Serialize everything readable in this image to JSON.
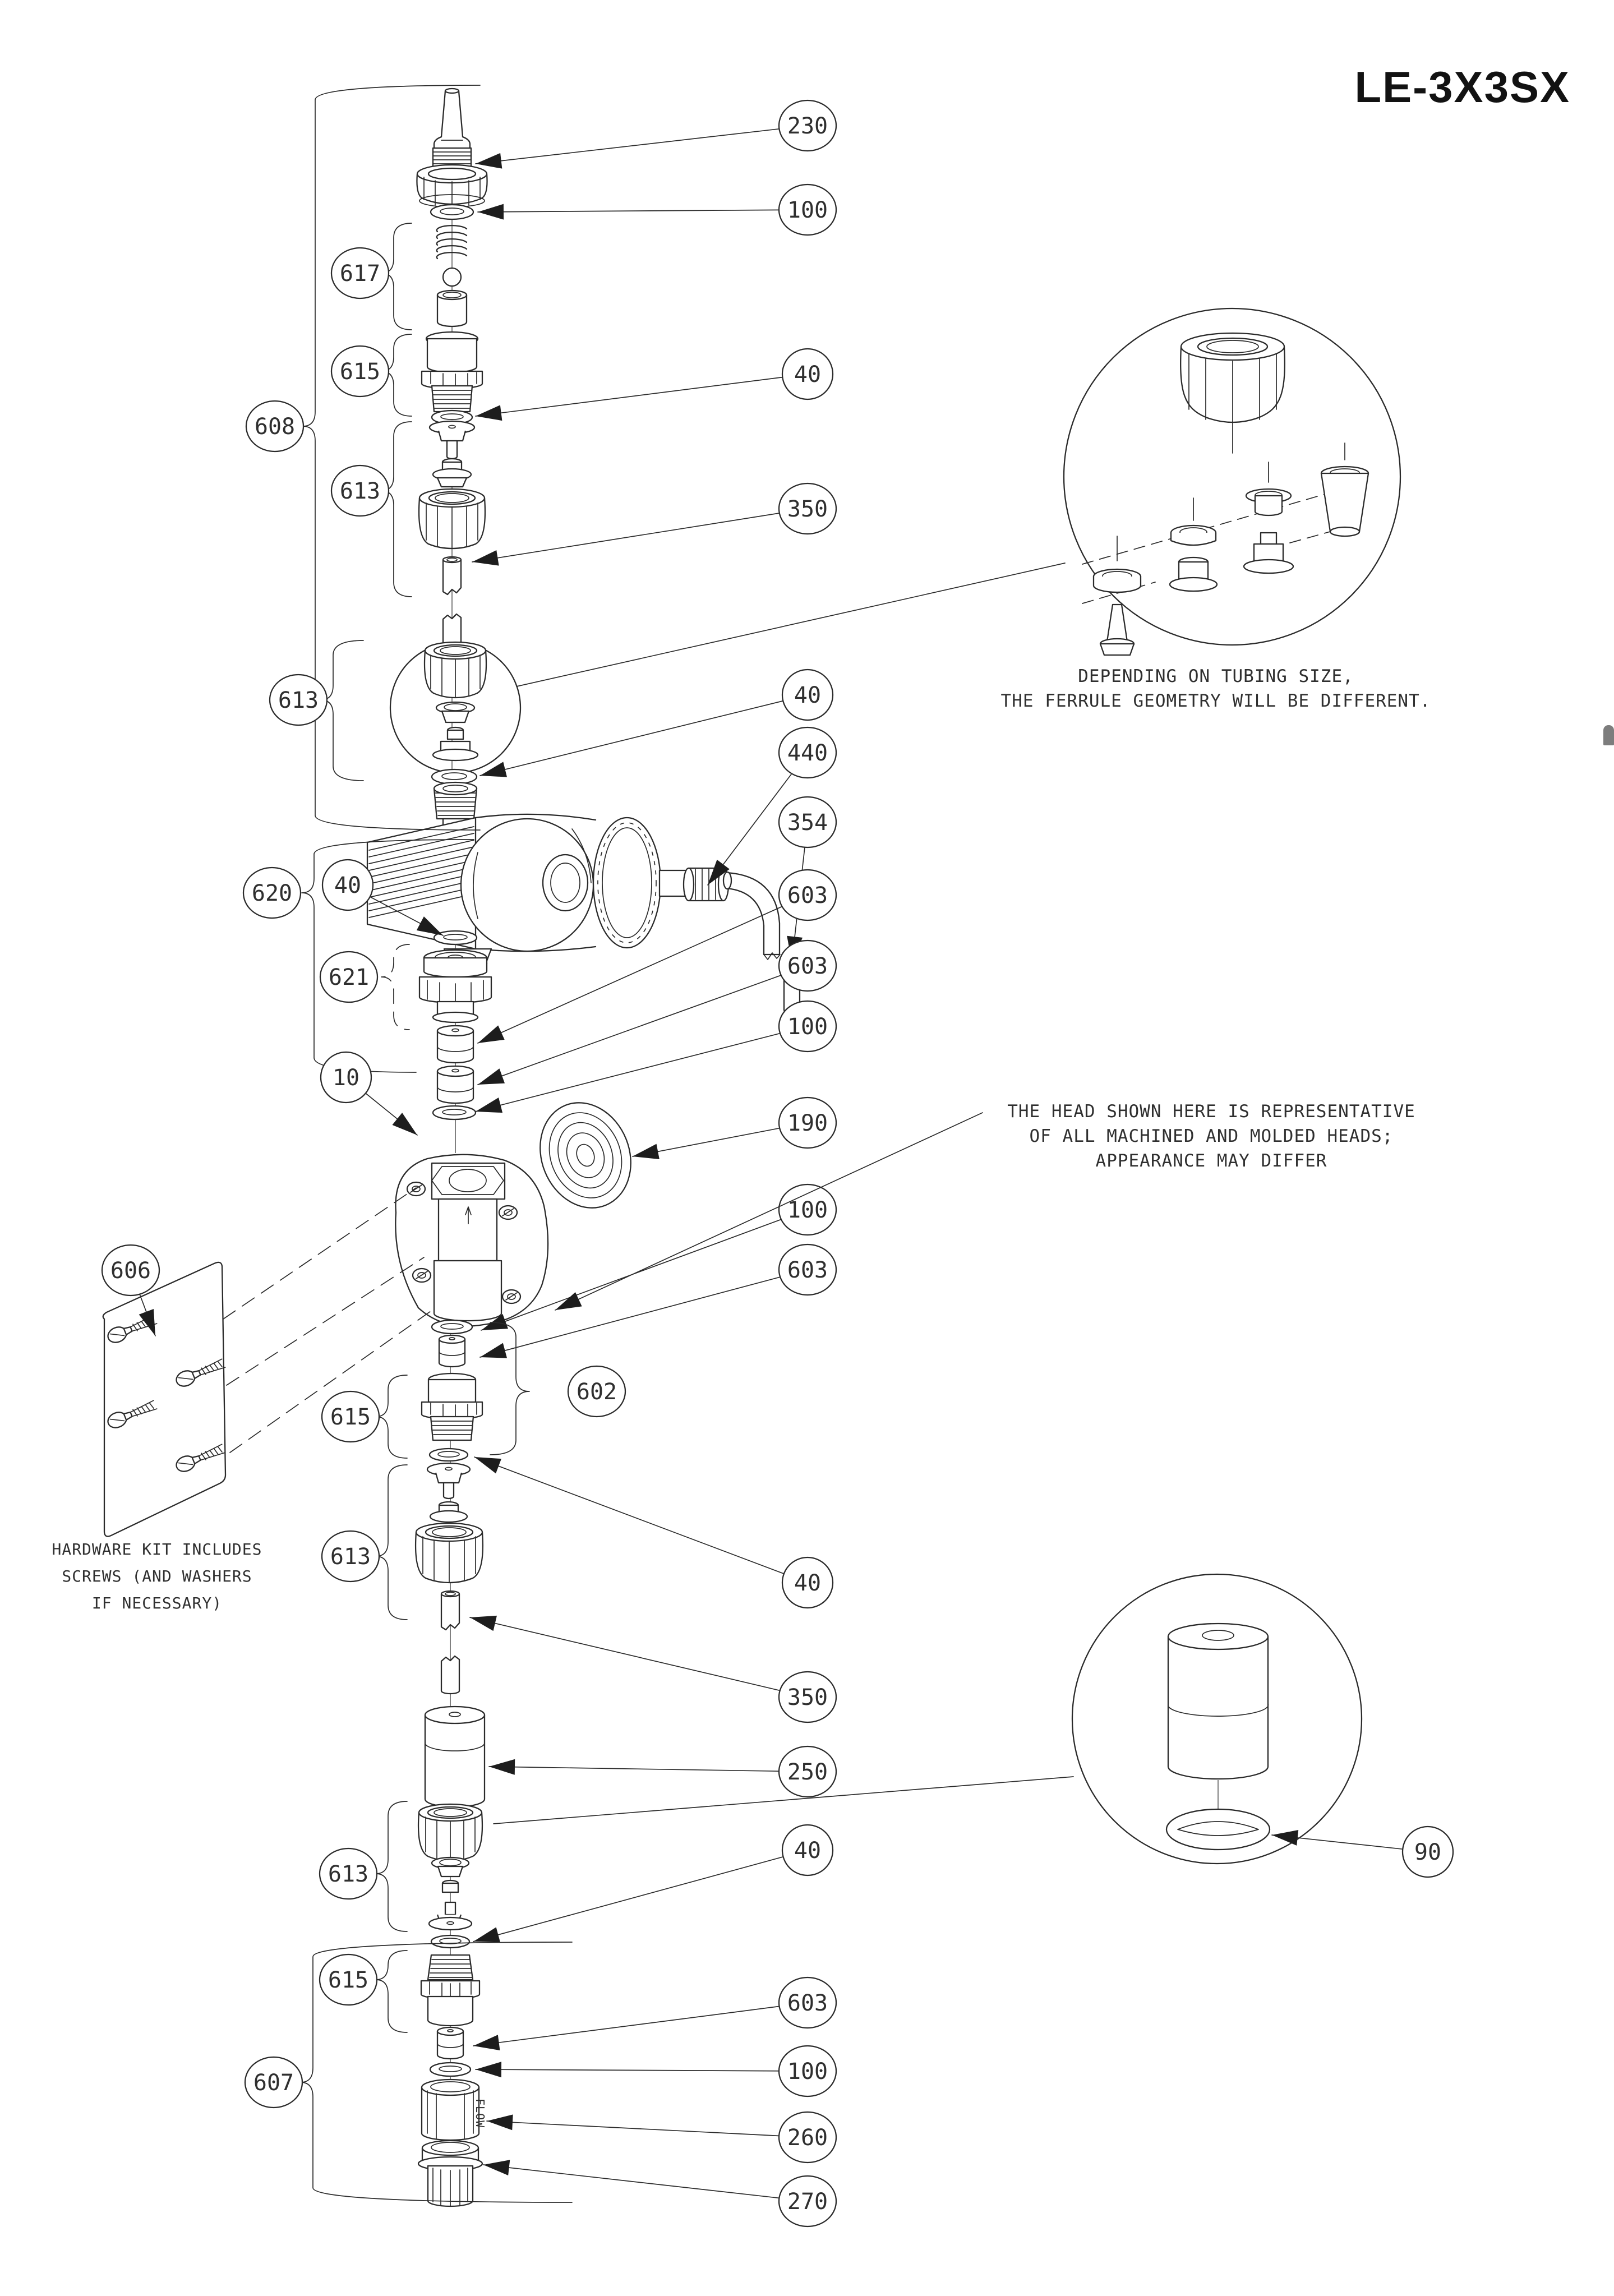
{
  "title": "LE-3X3SX",
  "callouts": {
    "right": [
      "230",
      "100",
      "40",
      "350",
      "40",
      "440",
      "354",
      "603",
      "603",
      "100",
      "190",
      "100",
      "603",
      "40",
      "350",
      "250",
      "40",
      "603",
      "100",
      "260",
      "270"
    ],
    "detail": [
      "90"
    ],
    "groups": [
      "608",
      "617",
      "615",
      "613",
      "613",
      "620",
      "40",
      "621",
      "10",
      "606",
      "615",
      "602",
      "613",
      "613",
      "615",
      "607"
    ]
  },
  "notes": {
    "ferrule": [
      "DEPENDING ON TUBING SIZE,",
      "THE FERRULE GEOMETRY WILL BE DIFFERENT."
    ],
    "head": [
      "THE HEAD SHOWN HERE IS REPRESENTATIVE",
      "OF ALL MACHINED AND MOLDED HEADS;",
      "APPEARANCE MAY DIFFER"
    ],
    "hardware": [
      "HARDWARE KIT INCLUDES",
      "SCREWS (AND WASHERS",
      "IF NECESSARY)"
    ]
  },
  "labels": {
    "flow": "FLOW"
  },
  "colors": {
    "line": "#2b2b2b",
    "background": "#ffffff",
    "artifact_gray": "#7d7d7d"
  }
}
